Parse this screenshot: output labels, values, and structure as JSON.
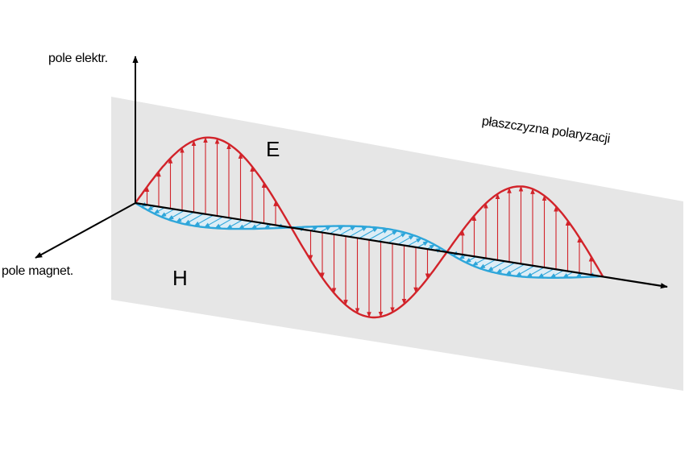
{
  "labels": {
    "e_axis": "pole elektr.",
    "h_axis": "pole magnet.",
    "plane": "płaszczyzna polaryzacji",
    "e_wave": "E",
    "h_wave": "H"
  },
  "colors": {
    "electric": "#d2232a",
    "magnetic": "#2ea6da",
    "magnetic_fill": "#dcedf6",
    "plane": "#e6e6e6",
    "axis": "#000000"
  },
  "icons": {
    "e_vectors": "arrow-icon",
    "h_vectors": "arrow-icon"
  }
}
